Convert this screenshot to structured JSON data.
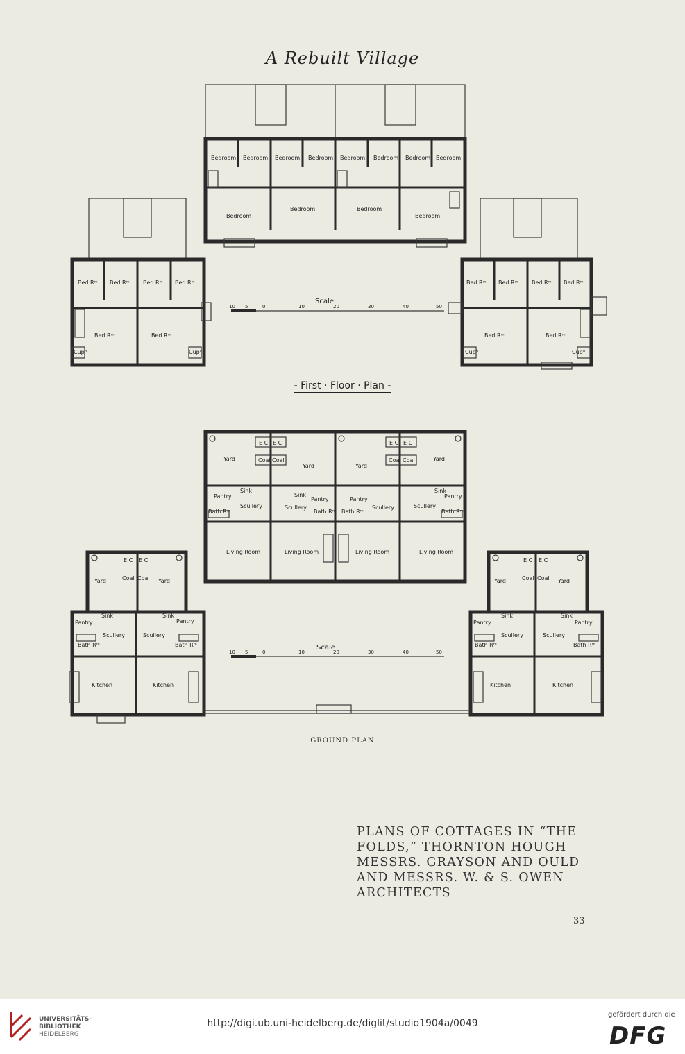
{
  "header": {
    "title": "A Rebuilt Village"
  },
  "first_floor": {
    "label": "- First · Floor · Plan -",
    "scale_label": "Scale",
    "scale_numbers": [
      "10",
      "5",
      "0",
      "10",
      "20",
      "30",
      "40",
      "50"
    ],
    "rooms": {
      "bedroom": "Bedroom",
      "bed_rm": "Bed Rᵐ",
      "cupd": "Cupᵈ"
    }
  },
  "ground_floor": {
    "label": "GROUND PLAN",
    "scale_label": "Scale",
    "scale_numbers": [
      "10",
      "5",
      "0",
      "10",
      "20",
      "30",
      "40",
      "50"
    ],
    "rooms": {
      "yard": "Yard",
      "coal": "Coal",
      "ec": "E C",
      "scullery": "Scullery",
      "pantry": "Pantry",
      "sink": "Sink",
      "bath_rm": "Bath Rᵐ",
      "living_room": "Living Room",
      "kitchen": "Kitchen"
    }
  },
  "caption": {
    "lines": [
      "PLANS OF COTTAGES IN “THE",
      "FOLDS,” THORNTON HOUGH",
      "MESSRS. GRAYSON AND OULD",
      "AND MESSRS. W. & S. OWEN",
      "ARCHITECTS"
    ]
  },
  "page_number": "33",
  "footer": {
    "library_name_line1": "UNIVERSITÄTS-",
    "library_name_line2": "BIBLIOTHEK",
    "library_name_line3": "HEIDELBERG",
    "url": "http://digi.ub.uni-heidelberg.de/diglit/studio1904a/0049",
    "funded_by": "gefördert durch die",
    "dfg": "DFG"
  }
}
